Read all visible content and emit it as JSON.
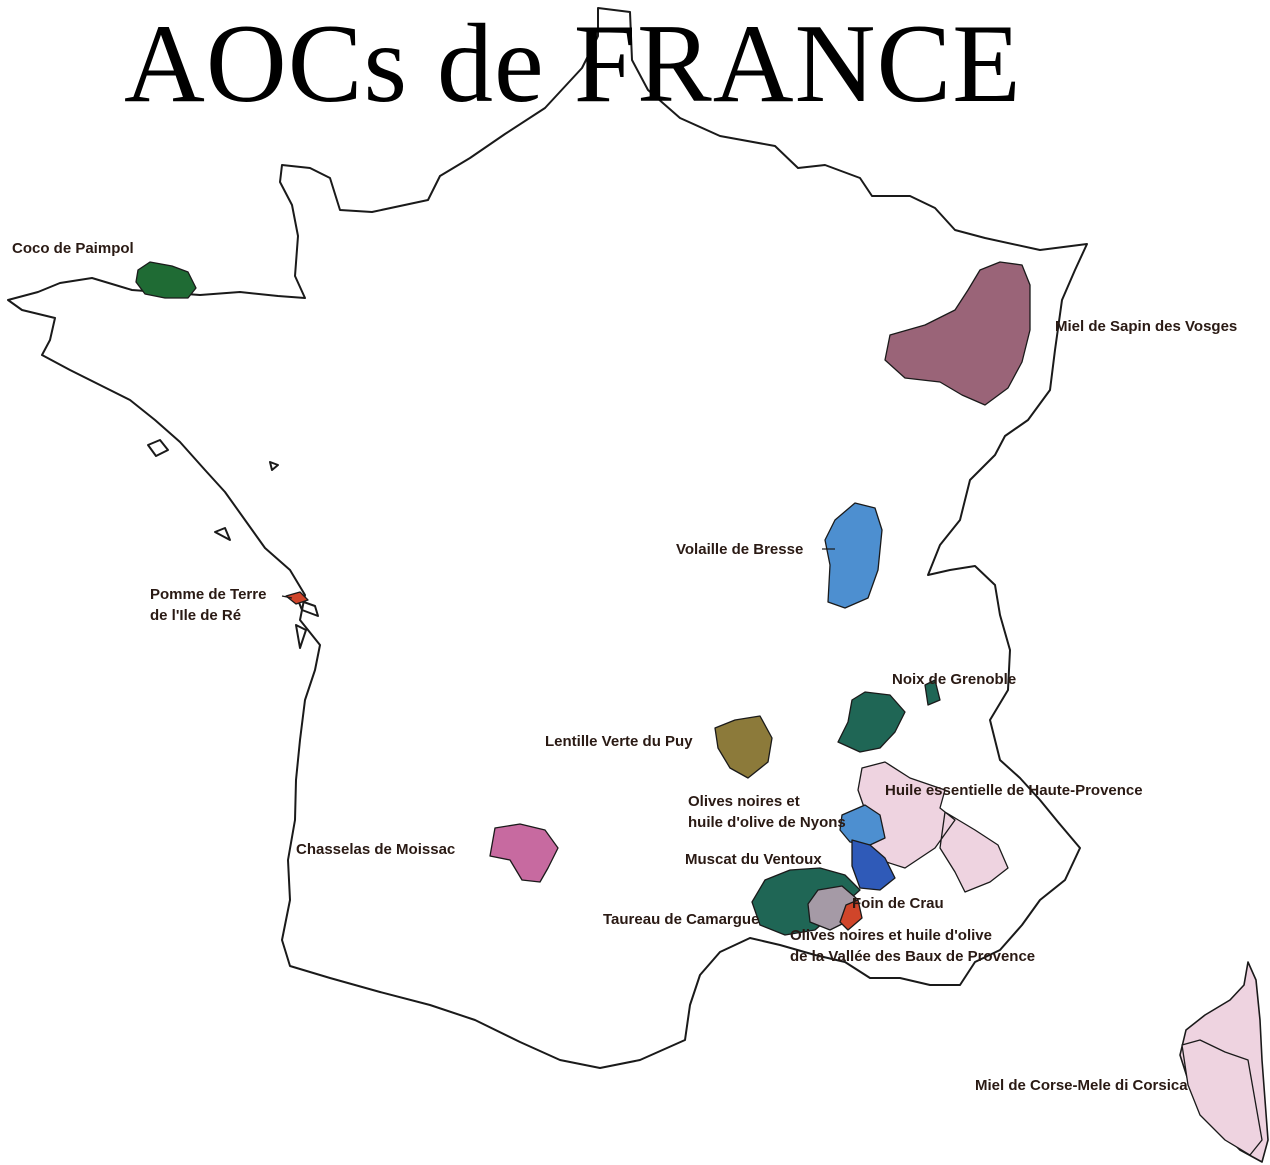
{
  "title": "AOCs de FRANCE",
  "colors": {
    "dark_green": "#1f6b34",
    "mauve": "#9a6478",
    "blue": "#4d8fd0",
    "olive": "#8c7a3a",
    "pink": "#c76aa0",
    "teal": "#1f6655",
    "light_pink": "#eed3e0",
    "royal_blue": "#2f5ab8",
    "grey_mauve": "#a59aa6",
    "red_orange": "#d0452a"
  },
  "labels": {
    "coco": "Coco de Paimpol",
    "miel_vosges": "Miel de Sapin des Vosges",
    "volaille": "Volaille de Bresse",
    "pomme": "Pomme de Terre\nde l'Ile de Ré",
    "noix": "Noix de Grenoble",
    "lentille": "Lentille Verte du Puy",
    "huile_essentielle": "Huile essentielle de Haute-Provence",
    "olives_nyons": "Olives noires et\nhuile d'olive de Nyons",
    "chasselas": "Chasselas de Moissac",
    "muscat": "Muscat du Ventoux",
    "foin": "Foin de Crau",
    "taureau": "Taureau de Camargue",
    "olives_baux": "Olives noires et huile d'olive\nde la Vallée des Baux de Provence",
    "miel_corse": "Miel de Corse-Mele di Corsica"
  }
}
